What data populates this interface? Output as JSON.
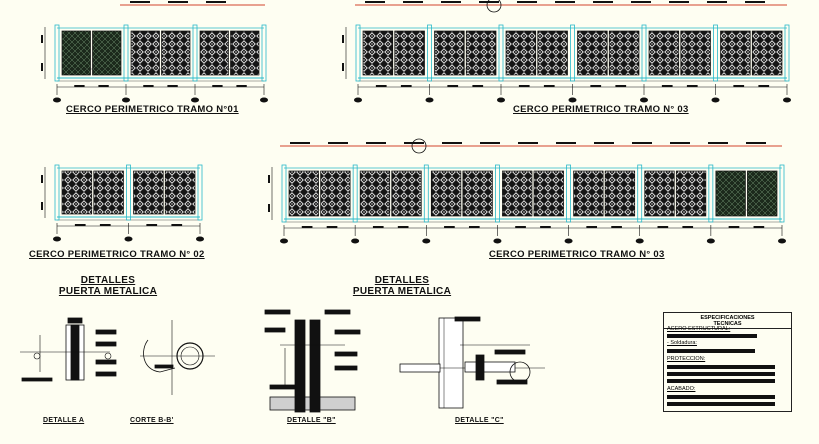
{
  "titles": {
    "tramo01": "CERCO PERIMETRICO TRAMO N°01",
    "tramo03_top": "CERCO PERIMETRICO TRAMO N° 03",
    "tramo02": "CERCO PERIMETRICO TRAMO N° 02",
    "tramo03_bottom": "CERCO PERIMETRICO TRAMO N° 03"
  },
  "details": {
    "group1_line1": "DETALLES",
    "group1_line2": "PUERTA METALICA",
    "group2_line1": "DETALLES",
    "group2_line2": "PUERTA METALICA",
    "detalle_a": "DETALLE A",
    "corte_bb": "CORTE B-B'",
    "detalle_b": "DETALLE \"B\"",
    "detalle_c": "DETALLE \"C\""
  },
  "spec": {
    "heading_line1": "ESPECIFICACIONES",
    "heading_line2": "TECNICAS",
    "acero": "ACERO ESTRUCTURAL:",
    "soldadura": "- Soldadura:",
    "proteccion": "PROTECCION:",
    "acabado": "ACABADO:"
  },
  "colors": {
    "background": "#fefef2",
    "line": "#111111",
    "cyan": "#29b9c9",
    "red": "#d2442c",
    "mesh": "#1a1a1a"
  }
}
